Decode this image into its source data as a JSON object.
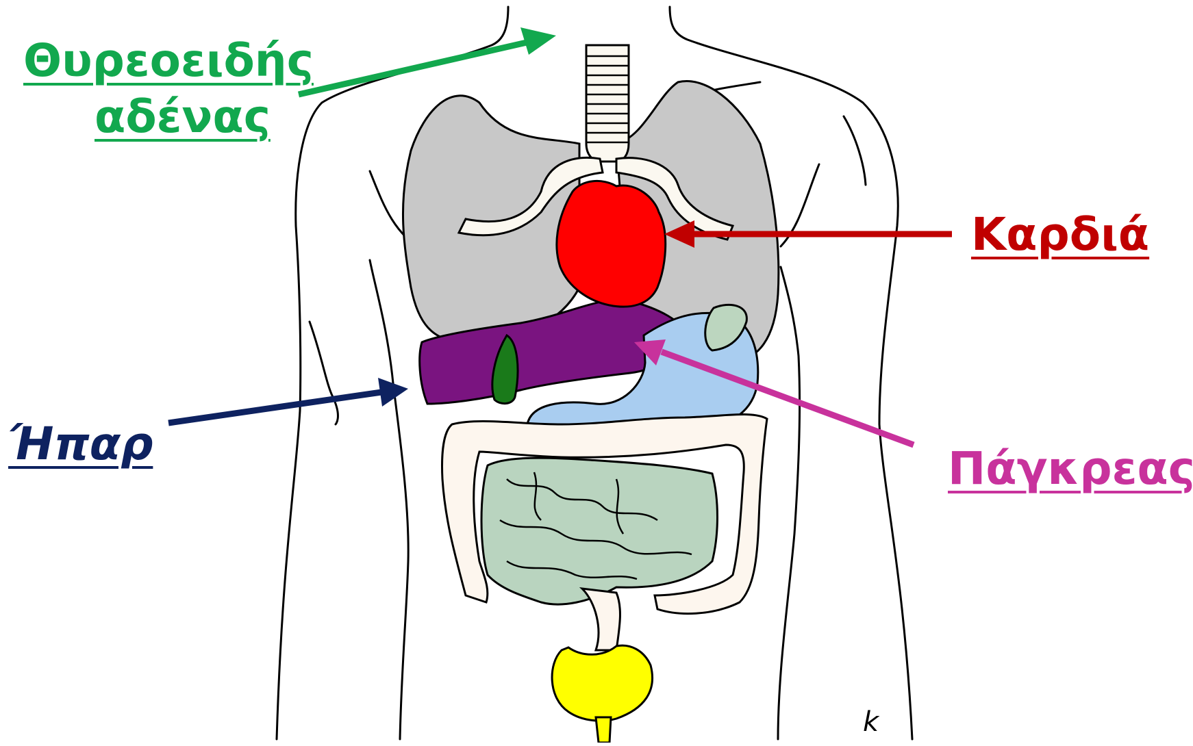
{
  "labels": {
    "thyroid_line1": "Θυρεοειδής",
    "thyroid_line2": "αδένας",
    "heart": "Καρδιά",
    "liver": "Ήπαρ",
    "pancreas": "Πάγκρεας"
  },
  "signature": "k",
  "colors": {
    "thyroid": "#12a84e",
    "heart": "#c00000",
    "liver": "#0e2260",
    "pancreas": "#c8329c",
    "lung_fill": "#c8c8c8",
    "heart_fill": "#ff0000",
    "liver_fill": "#7a1480",
    "gallbladder_fill": "#1a7a1a",
    "stomach_fill": "#a9cdf0",
    "small_intestine_fill": "#b9d4bf",
    "large_intestine_fill": "#fdf6ee",
    "bladder_fill": "#ffff00",
    "airway_fill": "#fbf8f0",
    "outline": "#000000"
  }
}
